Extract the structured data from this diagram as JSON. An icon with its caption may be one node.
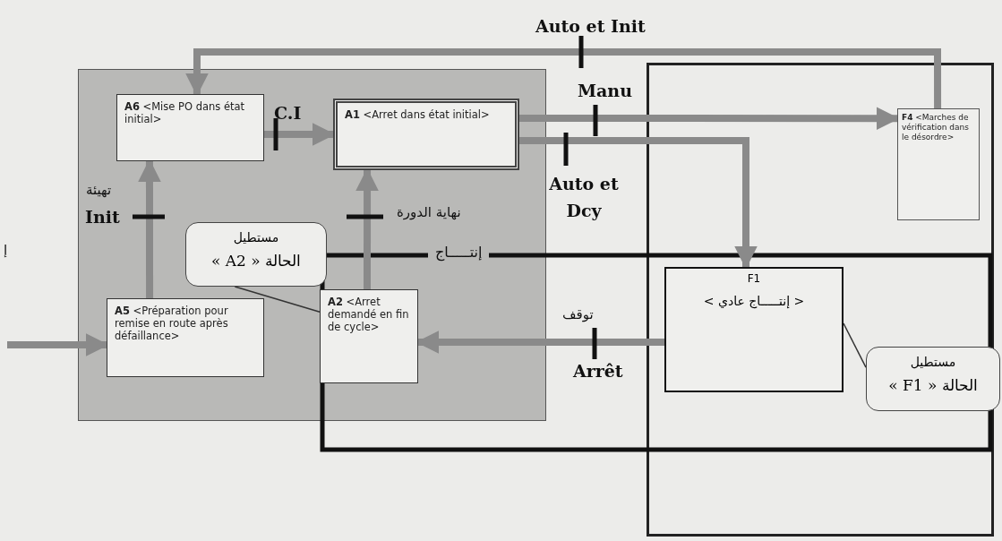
{
  "diagram": {
    "nodes": [
      {
        "text": [],
        "shape": "box"
      },
      {
        "text": [
          "**A6** <Mise PO dans état initial>"
        ],
        "in": 0
      },
      {
        "text": [
          "**A1** <Arret dans état initial>"
        ],
        "in": 0
      },
      {
        "text": [
          "**F4** <Marches de vérification dans le désordre>"
        ]
      },
      {
        "text": [
          "**A5** <Préparation pour remise en route après défaillance>"
        ],
        "in": 0
      },
      {
        "text": [
          "**A2** <Arret demandé en fin de cycle>"
        ],
        "in": 0
      },
      {
        "text": [
          "F1",
          "< إنتـــــاج عادي >"
        ]
      },
      {
        "text": [
          "مستطيل",
          "الحالة « A2 »"
        ],
        "in": 0
      },
      {
        "text": [
          "مستطيل",
          "الحالة « F1 »"
        ]
      }
    ],
    "edges": [
      {
        "from": 3,
        "to": 1,
        "arrow": "to",
        "label": "Auto et Init"
      },
      {
        "from": 1,
        "to": 2,
        "arrow": "to",
        "label": "C.I"
      },
      {
        "from": 2,
        "to": 3,
        "arrow": "to",
        "label": "Manu"
      },
      {
        "from": 2,
        "to": 6,
        "arrow": "to",
        "label": "Auto et Dcy"
      },
      {
        "from": 4,
        "to": 1,
        "arrow": "to",
        "label": "Init"
      },
      {
        "from": 5,
        "to": 2,
        "arrow": "to",
        "label": "نهاية الدورة"
      },
      {
        "from": 6,
        "to": 5,
        "arrow": "to",
        "label": "Arrêt"
      },
      {
        "from": null,
        "to": 4,
        "arrow": "to"
      },
      {
        "from": 7,
        "to": 5,
        "arrow": "none"
      },
      {
        "from": 8,
        "to": 6,
        "arrow": "none"
      }
    ],
    "labels": [
      "تهيئة",
      "إ",
      "إنتـــــاج",
      "توقف"
    ]
  }
}
